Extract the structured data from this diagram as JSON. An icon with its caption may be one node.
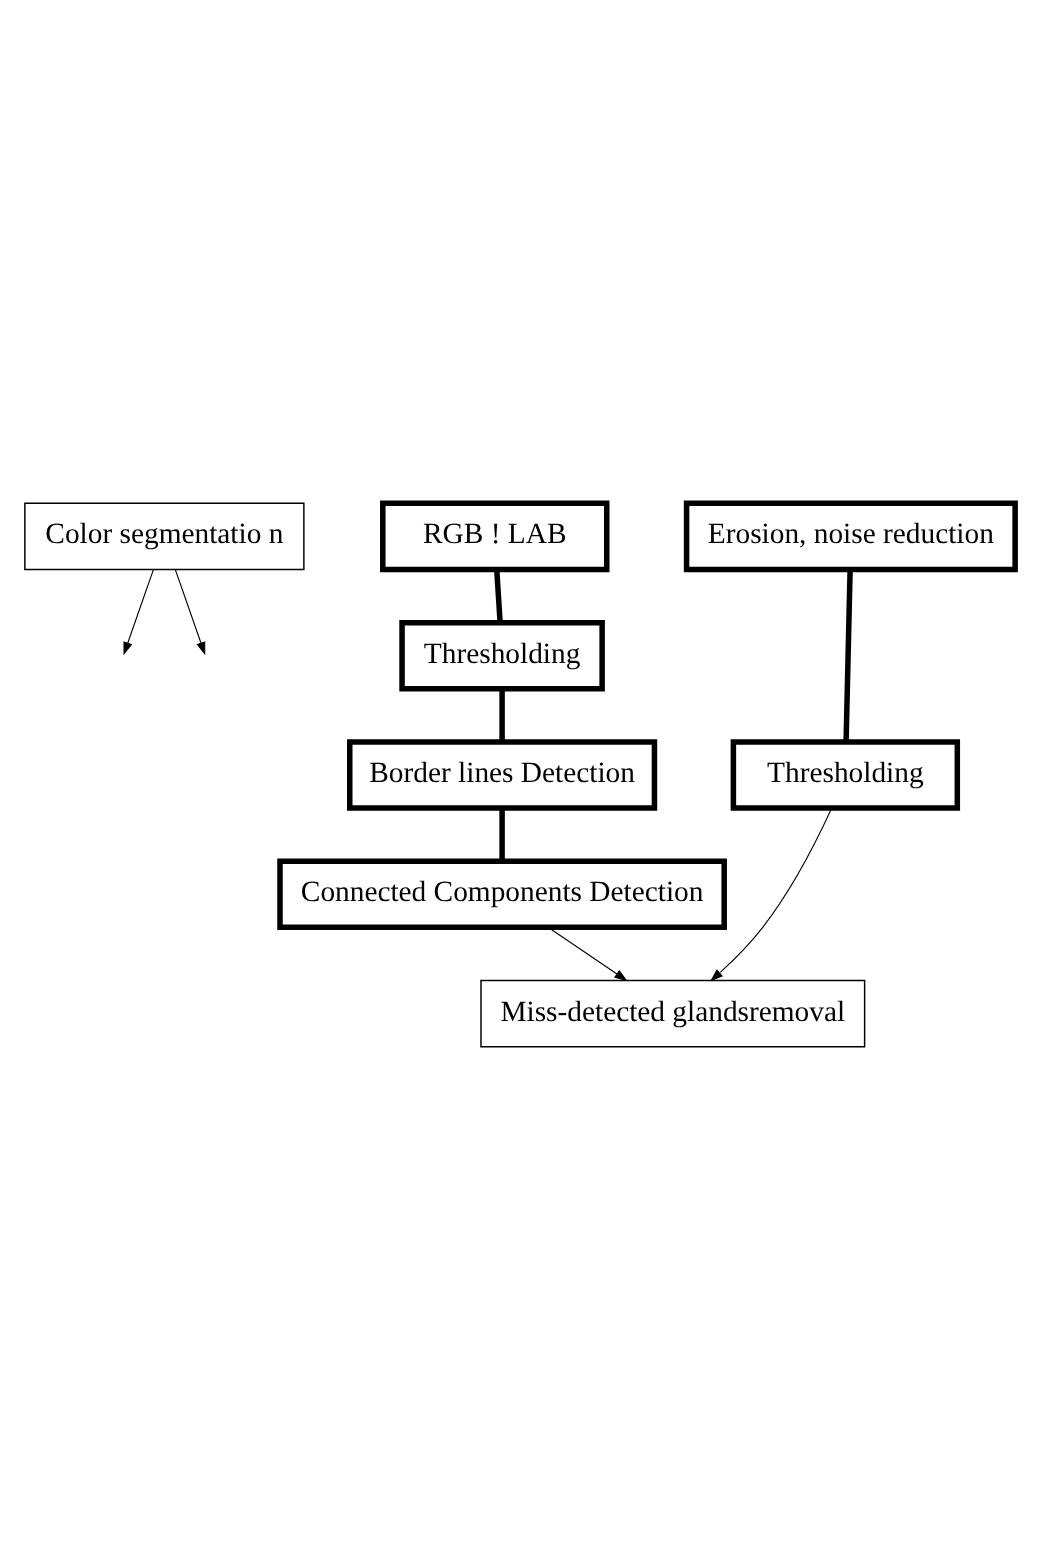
{
  "diagram": {
    "nodes": [
      {
        "text": [
          "Color segmentatio n"
        ]
      },
      {
        "text": [
          "RGB ! LAB"
        ]
      },
      {
        "text": [
          "Thresholding"
        ]
      },
      {
        "text": [
          "Border lines Detection"
        ]
      },
      {
        "text": [
          "Connected Components Detection"
        ]
      },
      {
        "text": [
          "Erosion, noise reduction"
        ]
      },
      {
        "text": [
          "Thresholding"
        ]
      },
      {
        "text": [
          "Miss-detected glandsremoval"
        ]
      }
    ],
    "edges": [
      {
        "from": 0,
        "to": null,
        "arrow": "to"
      },
      {
        "from": 0,
        "to": null,
        "arrow": "to"
      },
      {
        "from": 1,
        "to": 2,
        "arrow": "none",
        "style": "thick"
      },
      {
        "from": 2,
        "to": 3,
        "arrow": "none",
        "style": "thick"
      },
      {
        "from": 3,
        "to": 4,
        "arrow": "none",
        "style": "thick"
      },
      {
        "from": 5,
        "to": 6,
        "arrow": "none",
        "style": "thick"
      },
      {
        "from": 4,
        "to": 7,
        "arrow": "to"
      },
      {
        "from": 6,
        "to": 7,
        "arrow": "to"
      }
    ]
  }
}
